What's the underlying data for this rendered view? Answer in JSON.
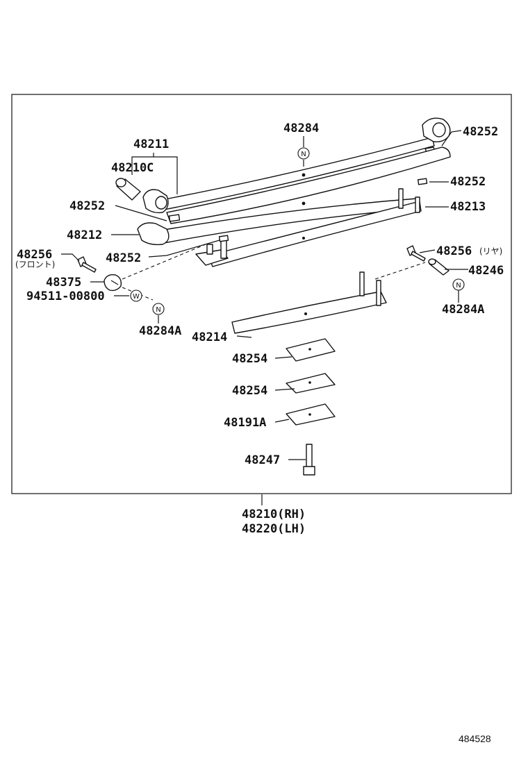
{
  "labels": {
    "p48284_top": "48284",
    "p48211": "48211",
    "p48210C": "48210C",
    "p48252_a": "48252",
    "p48252_b": "48252",
    "p48252_c": "48252",
    "p48252_d": "48252",
    "p48213": "48213",
    "p48212": "48212",
    "p48256_front": "48256",
    "front_note": "(フロント)",
    "p48256_rear": "48256",
    "rear_note": "(リヤ)",
    "p48246": "48246",
    "p48375": "48375",
    "p94511": "94511-00800",
    "p48284A_left": "48284A",
    "p48284A_right": "48284A",
    "p48214": "48214",
    "p48254_a": "48254",
    "p48254_b": "48254",
    "p48191A": "48191A",
    "p48247": "48247",
    "assy_rh": "48210(RH)",
    "assy_lh": "48220(LH)",
    "diagram_id": "484528"
  },
  "markers": {
    "n": "N",
    "w": "W"
  }
}
